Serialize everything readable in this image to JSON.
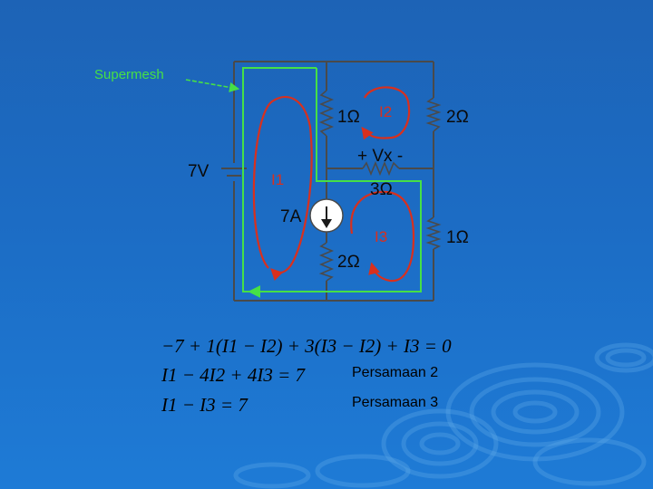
{
  "colors": {
    "background": "#1c6cc4",
    "wire": "#4a4a4a",
    "supermesh_loop": "#46e046",
    "mesh_arrow": "#d8301e",
    "label_text": "#0a0a0a",
    "source_fill": "#ffffff"
  },
  "diagram": {
    "supermesh_label": "Supermesh",
    "voltage_source_label": "7V",
    "current_source_label": "7A",
    "resistor_top_left": "1Ω",
    "resistor_top_right": "2Ω",
    "resistor_middle": "3Ω",
    "resistor_middle_voltage": "+ Vx -",
    "resistor_bottom_left": "2Ω",
    "resistor_bottom_right": "1Ω",
    "mesh_current_1": "I1",
    "mesh_current_2": "I2",
    "mesh_current_3": "I3"
  },
  "equations": {
    "eq1": "−7 + 1(I1 − I2) + 3(I3 − I2) + I3 = 0",
    "eq2": "I1 − 4I2 + 4I3 = 7",
    "eq3": "I1 − I3 = 7",
    "eq2_label": "Persamaan 2",
    "eq3_label": "Persamaan 3"
  }
}
